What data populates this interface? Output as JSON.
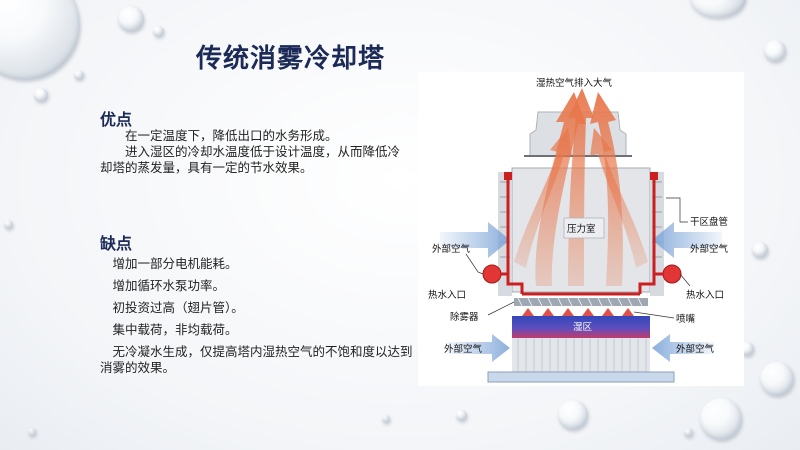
{
  "slide": {
    "title": "传统消雾冷却塔",
    "pros": {
      "heading": "优点",
      "paragraphs": [
        "在一定温度下，降低出口的水务形成。",
        "进入湿区的冷却水温度低于设计温度，从而降低冷却塔的蒸发量，具有一定的节水效果。"
      ]
    },
    "cons": {
      "heading": "缺点",
      "items": [
        "增加一部分电机能耗。",
        "增加循环水泵功率。",
        "初投资过高（翅片管）。",
        "集中载荷，非均载荷。",
        "无冷凝水生成，仅提高塔内湿热空气的不饱和度以达到消雾的效果。"
      ]
    }
  },
  "diagram": {
    "exhaust_label": "湿热空气排入大气",
    "chamber_label": "压力室",
    "wet_zone_label": "湿区",
    "dry_coil_label": "干区盘管",
    "outside_air_left": "外部空气",
    "outside_air_right": "外部空气",
    "hot_water_in_left": "热水入口",
    "hot_water_in_right": "热水入口",
    "eliminator_label": "除雾器",
    "nozzle_label": "喷嘴",
    "outside_air_bottom_left": "外部空气",
    "outside_air_bottom_right": "外部空气",
    "colors": {
      "hot_air": "#e8764a",
      "cool_air": "#7ea6d8",
      "pipe": "#cc1f1f",
      "wet_zone": "#3346b8"
    }
  }
}
